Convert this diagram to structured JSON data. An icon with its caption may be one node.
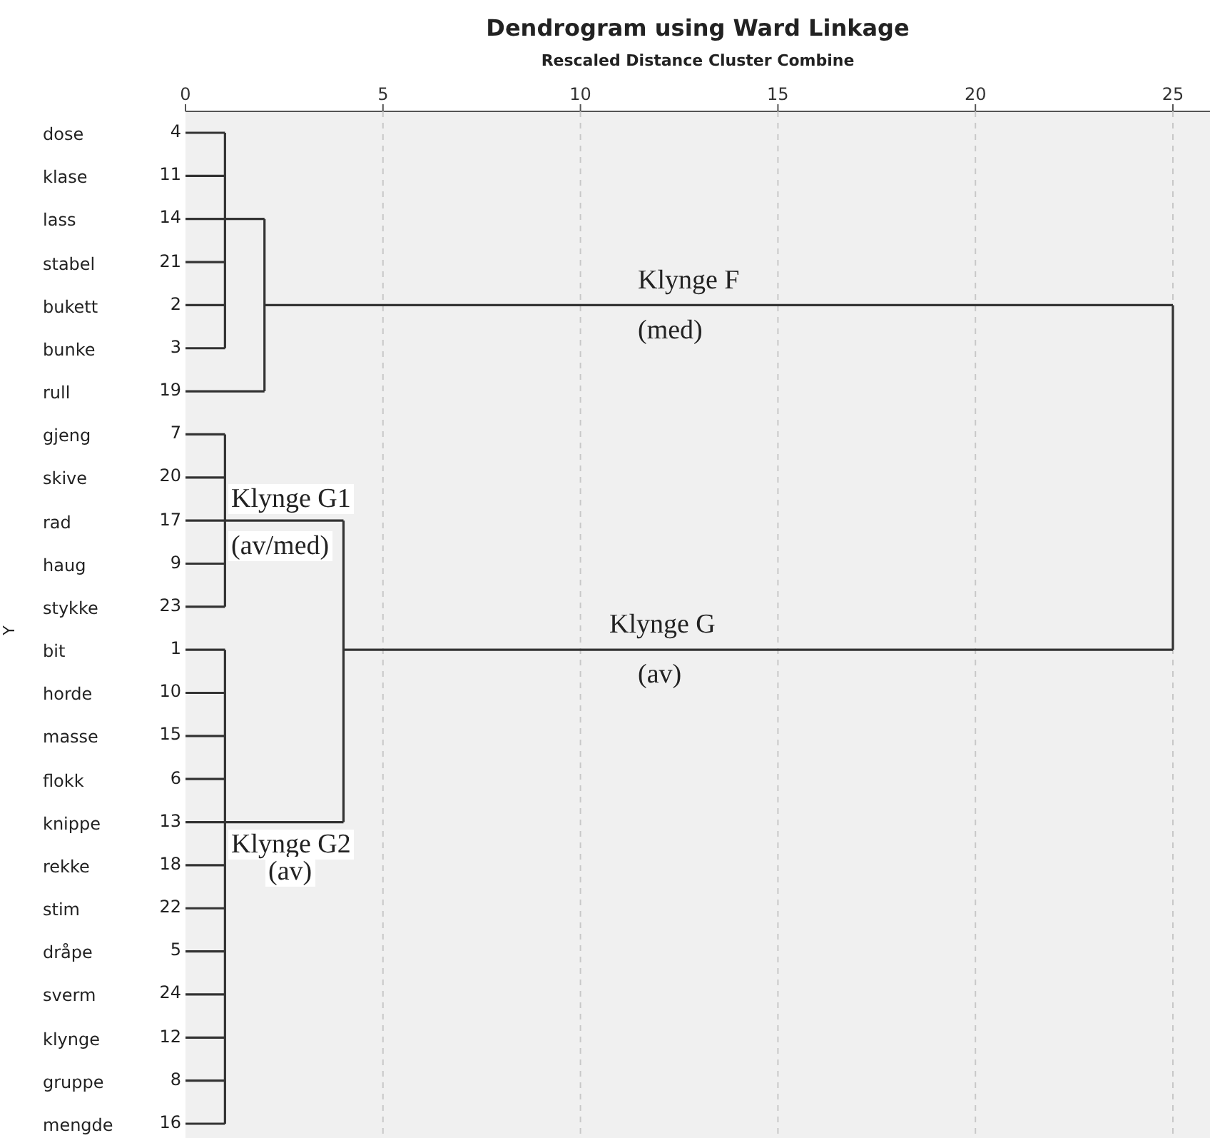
{
  "diagram": {
    "title": "Dendrogram using Ward Linkage",
    "labels": [
      "Rescaled Distance Cluster Combine",
      "0",
      "5",
      "10",
      "15",
      "20",
      "25",
      "dose",
      "4",
      "klase",
      "11",
      "lass",
      "14",
      "stabel",
      "21",
      "bukett",
      "2",
      "bunke",
      "3",
      "rull",
      "19",
      "gjeng",
      "7",
      "skive",
      "20",
      "rad",
      "17",
      "haug",
      "9",
      "stykke",
      "23",
      "bit",
      "1",
      "horde",
      "10",
      "masse",
      "15",
      "flokk",
      "6",
      "knippe",
      "13",
      "rekke",
      "18",
      "stim",
      "22",
      "dråpe",
      "5",
      "sverm",
      "24",
      "klynge",
      "12",
      "gruppe",
      "8",
      "mengde",
      "16",
      "Y",
      "Klynge F",
      "(med)",
      "Klynge G1",
      "(av/med)",
      "Klynge G",
      "(av)",
      "Klynge G2",
      "(av)"
    ]
  }
}
